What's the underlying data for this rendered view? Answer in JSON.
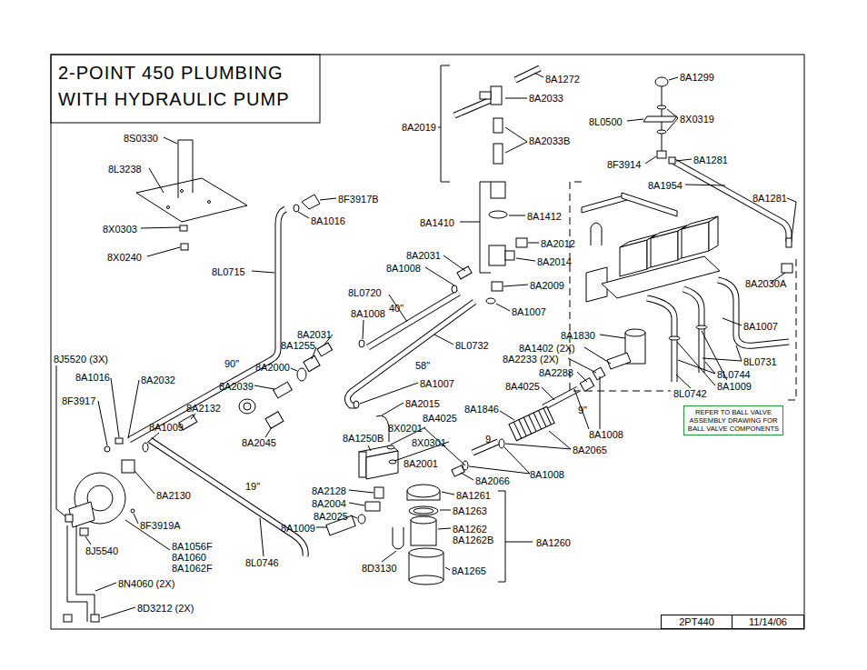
{
  "diagram": {
    "title": "2-POINT 450 PLUMBING WITH HYDRAULIC PUMP",
    "nodes": [
      {
        "text": [
          "REFER TO BALL VALVE ASSEMBLY DRAWING FOR BALL VALVE COMPONENTS"
        ]
      },
      {
        "text": [
          "2PT440"
        ]
      },
      {
        "text": [
          "11/14/06"
        ]
      }
    ],
    "labels": [
      "8A1272",
      "8A2033",
      "8A2019",
      "8A2033B",
      "8A1299",
      "8X0319",
      "8L0500",
      "8F3914",
      "8A1281",
      "8A1954",
      "8A1281",
      "8S0330",
      "8L3238",
      "8X0303",
      "8X0240",
      "8F3917B",
      "8A1016",
      "8A1410",
      "8A1412",
      "8A2012",
      "8L0715",
      "8A2031",
      "8A1008",
      "8A2014",
      "8A2009",
      "8L0720",
      "40\"",
      "8A1008",
      "8A1007",
      "8A2030A",
      "8A1007",
      "8A2031",
      "8A1255",
      "8L0732",
      "8A1830",
      "8A1402 (2X)",
      "8A2233 (2X)",
      "8L0731",
      "8L0744",
      "8J5520 (3X)",
      "90\"",
      "58\"",
      "8A2000",
      "8A2288",
      "8A1016",
      "8A2032",
      "8A1007",
      "8A2039",
      "8A4025",
      "8A1009",
      "8L0742",
      "8F3917",
      "8A2015",
      "8A1846",
      "9\"",
      "8A2132",
      "8A4025",
      "8X0201",
      "8A1009",
      "8A1008",
      "8A2045",
      "8A1250B",
      "8X0301",
      "9",
      "8A2065",
      "8A2001",
      "8A1008",
      "8A2066",
      "8A2130",
      "19\"",
      "8A2128",
      "8A1261",
      "8A2004",
      "8A1263",
      "8F3919A",
      "8A2025",
      "8A1009",
      "8A1262",
      "8A1262B",
      "8A1260",
      "8A1056F",
      "8A1060",
      "8J5540",
      "8A1062F",
      "8L0746",
      "8D3130",
      "8A1265",
      "8N4060 (2X)",
      "8D3212 (2X)"
    ]
  }
}
